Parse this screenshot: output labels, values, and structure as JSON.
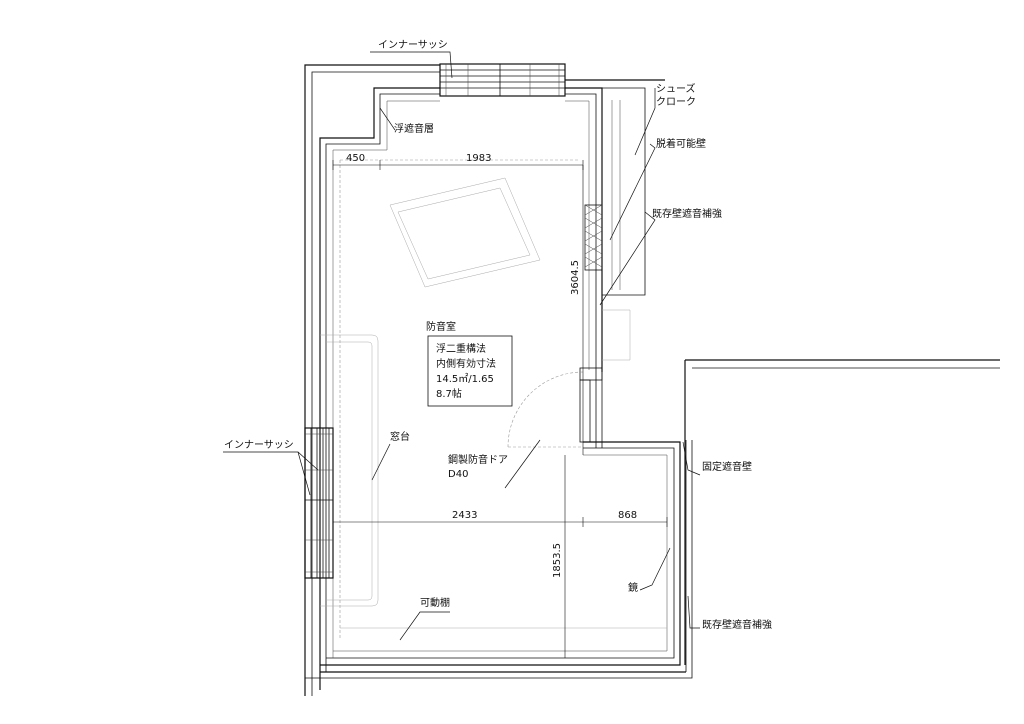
{
  "labels": {
    "inner_sash_top": "インナーサッシ",
    "inner_sash_left": "インナーサッシ",
    "shoes_closet_line1": "シューズ",
    "shoes_closet_line2": "クローク",
    "removable_wall": "脱着可能壁",
    "floating_layer": "浮遮音層",
    "existing_wall_reinf_top": "既存壁遮音補強",
    "existing_wall_reinf_bottom": "既存壁遮音補強",
    "room_name": "防音室",
    "window_sill": "窓台",
    "door_line1": "鋼製防音ドア",
    "door_line2": "D40",
    "fixed_wall": "固定遮音壁",
    "mirror": "鏡",
    "movable_shelf": "可動棚"
  },
  "info_box": {
    "line1": "浮二重構法",
    "line2": "内側有効寸法",
    "line3": "14.5㎡/1.65",
    "line4": "8.7帖"
  },
  "dimensions": {
    "top_left": "450",
    "top_right": "1983",
    "vertical_upper": "3604.5",
    "mid_left": "2433",
    "mid_right": "868",
    "vertical_lower": "1853.5"
  }
}
